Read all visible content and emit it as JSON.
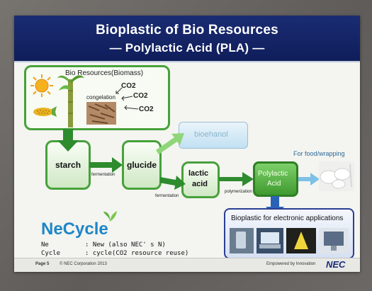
{
  "title": {
    "line1": "Bioplastic of Bio Resources",
    "line2": "— Polylactic Acid (PLA) —"
  },
  "biomass": {
    "heading": "Bio Resources(Biomass)",
    "congelation": "congelation",
    "co2_labels": [
      "CO2",
      "CO2",
      "CO2"
    ]
  },
  "stages": {
    "starch": "starch",
    "glucide": "glucide",
    "lactic_line1": "lactic",
    "lactic_line2": "acid",
    "pla_line1": "Polylactic",
    "pla_line2": "Acid",
    "bioethanol": "bioehanol"
  },
  "process_labels": {
    "fermentation1": "fermentation",
    "fermentation2": "fermentation",
    "polymerization": "polymerization"
  },
  "applications": {
    "food": "For food/wrapping",
    "electronic": "Bioplastic for electronic applications"
  },
  "necycle": {
    "logo_text": "NeCycle",
    "line1_key": "Ne",
    "line1_value": ": New (also NEC' s N)",
    "line2_key": "Cycle",
    "line2_value": ": cycle(CO2 resource reuse)"
  },
  "footer": {
    "page": "Page 5",
    "copyright": "© NEC Corporation 2013",
    "tagline": "Empowered by Innovation",
    "brand": "NEC"
  },
  "colors": {
    "title_bg": "#12226a",
    "green_border": "#47a13a",
    "green_arrow": "#2e8b2e",
    "light_green_arrow": "#8fd67a",
    "blue_arrow": "#2a62b8",
    "light_blue_arrow": "#7ec0e6",
    "necycle_blue": "#1e86c8"
  },
  "icons": [
    "sun-icon",
    "sugarcane-icon",
    "corn-icon",
    "wood-chips-icon",
    "plates-icon",
    "leaf-icon"
  ]
}
